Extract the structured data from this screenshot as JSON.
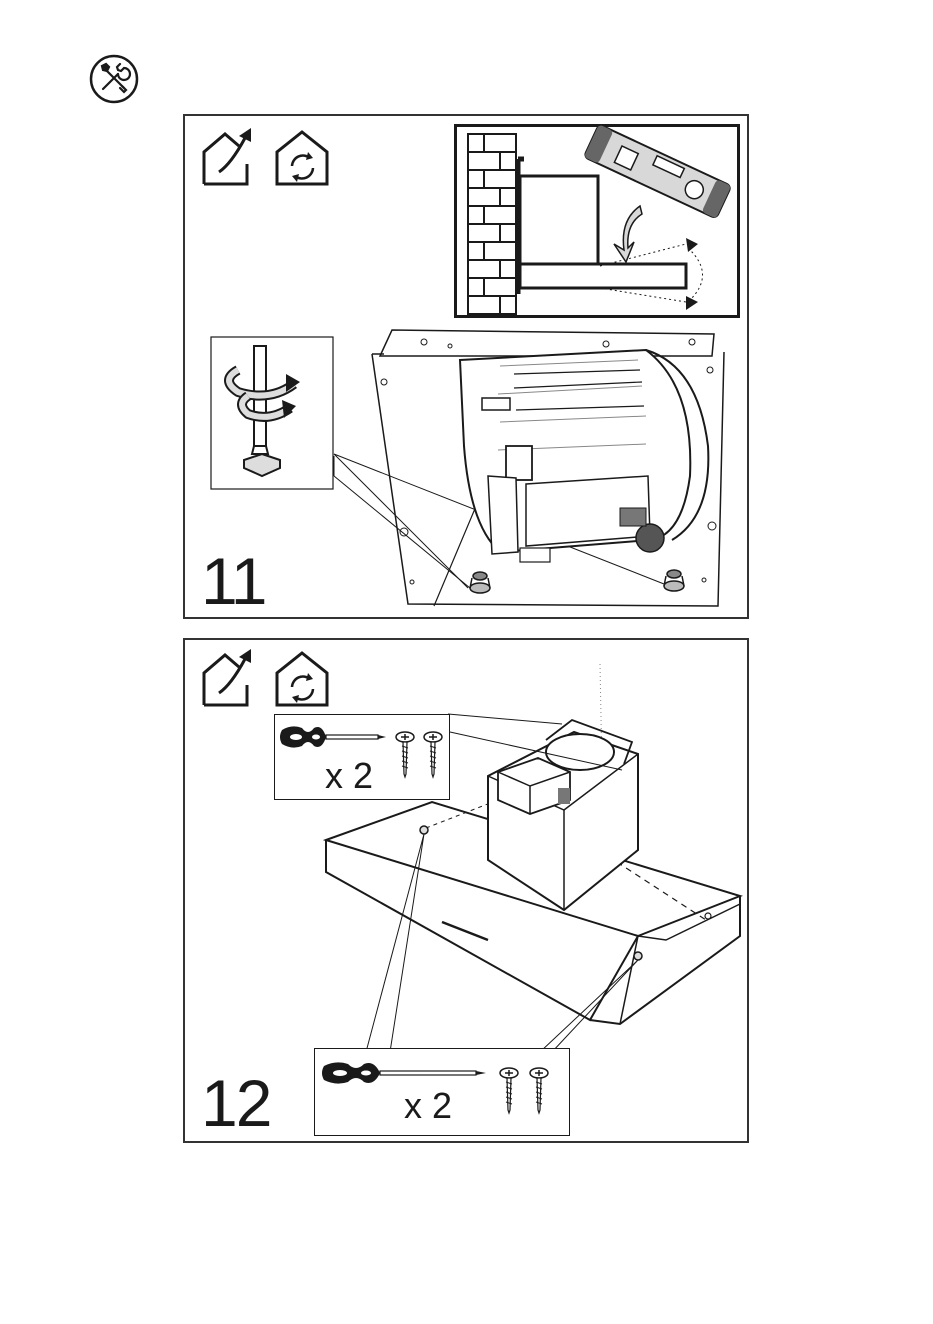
{
  "header": {
    "icon": "tools-icon"
  },
  "steps": [
    {
      "number": "11",
      "icons": [
        "house-outlet-icon",
        "house-recirculation-icon"
      ]
    },
    {
      "number": "12",
      "icons": [
        "house-outlet-icon",
        "house-recirculation-icon"
      ],
      "callout_top_qty": "x 2",
      "callout_bottom_qty": "x 2"
    }
  ],
  "colors": {
    "line": "#1a1a1a",
    "frame": "#333333",
    "fill_gray": "#9a9a9a",
    "fill_light": "#d8d8d8"
  }
}
